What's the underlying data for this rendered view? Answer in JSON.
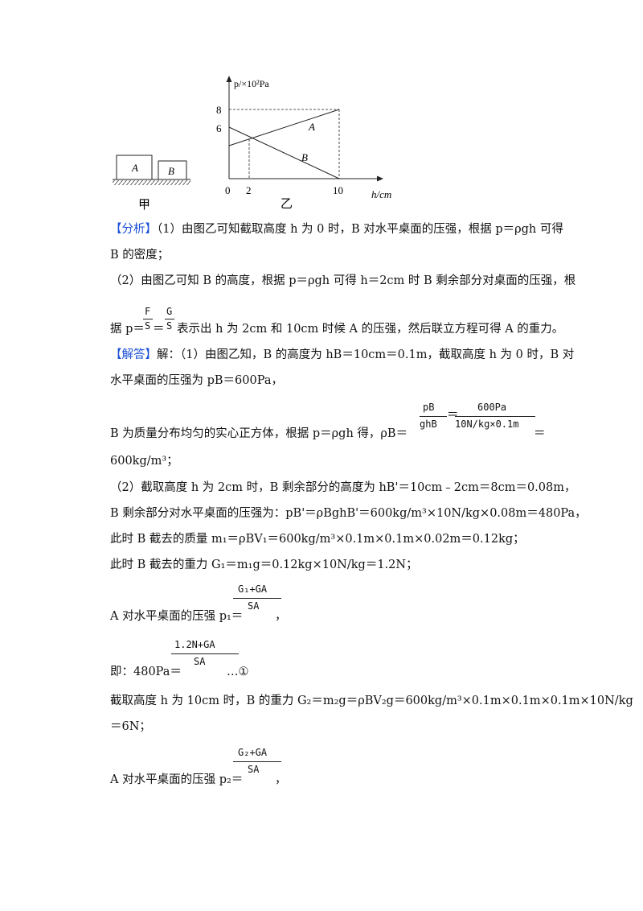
{
  "figure_jia": {
    "block_a": "A",
    "block_b": "B",
    "caption": "甲"
  },
  "figure_yi": {
    "y_axis_label": "p/×10²Pa",
    "x_axis_label": "h/cm",
    "y_ticks": [
      "8",
      "6"
    ],
    "x_ticks": [
      "0",
      "2",
      "10"
    ],
    "line_a_label": "A",
    "line_b_label": "B",
    "caption": "乙"
  },
  "analysis": {
    "tag": "【分析】",
    "line1": "（1）由图乙可知截取高度 h 为 0 时，B 对水平桌面的压强，根据 p＝ρgh 可得",
    "line2": "B 的密度；",
    "line3": "（2）由图乙可知 B 的高度，根据 p＝ρgh 可得 h＝2cm 时 B 剩余部分对桌面的压强，根",
    "line4_pre": "据 p＝",
    "frac1_num": "F",
    "frac1_den": "S",
    "eq": "＝",
    "frac2_num": "G",
    "frac2_den": "S",
    "line4_post": "表示出 h 为 2cm 和 10cm 时候 A 的压强，然后联立方程可得 A 的重力。"
  },
  "answer": {
    "tag": "【解答】",
    "line1": "解：（1）由图乙知，B 的高度为 hB＝10cm＝0.1m，截取高度 h 为 0 时，B 对",
    "line2": "水平桌面的压强为 pB＝600Pa，",
    "line3": "B 为质量分布均匀的实心正方体，根据 p＝ρgh 得，ρB＝",
    "rho_frac_num": "pB",
    "rho_frac_den": "ghB",
    "rho_frac2_num": "600Pa",
    "rho_frac2_den": "10N/kg×0.1m",
    "line3_end": "＝",
    "line4": "600kg/m³；",
    "line5": "（2）截取高度 h 为 2cm 时，B 剩余部分的高度为 hB'＝10cm﹣2cm＝8cm＝0.08m，",
    "line6": "B 剩余部分对水平桌面的压强为：pB'＝ρBghB'＝600kg/m³×10N/kg×0.08m＝480Pa，",
    "line7": "此时 B 截去的质量 m₁＝ρBV₁＝600kg/m³×0.1m×0.1m×0.02m＝0.12kg；",
    "line8": "此时 B 截去的重力 G₁＝m₁g＝0.12kg×10N/kg＝1.2N；",
    "p1_pre": "A 对水平桌面的压强 p₁＝",
    "p1_num": "G₁+GA",
    "p1_den": "SA",
    "p1_post": "，",
    "eq1_pre": "即：480Pa＝",
    "eq1_num": "1.2N+GA",
    "eq1_den": "SA",
    "eq1_post": "…①",
    "line9": "截取高度 h 为 10cm 时，B 的重力 G₂＝m₂g＝ρBV₂g＝600kg/m³×0.1m×0.1m×0.1m×10N/kg",
    "line10": "＝6N；",
    "p2_pre": "A 对水平桌面的压强 p₂＝",
    "p2_num": "G₂+GA",
    "p2_den": "SA",
    "p2_post": "，"
  }
}
